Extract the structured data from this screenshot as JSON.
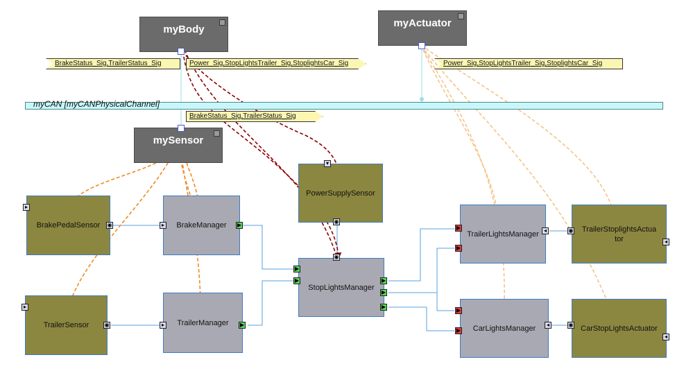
{
  "ecus": {
    "myBody": "myBody",
    "myActuator": "myActuator",
    "mySensor": "mySensor"
  },
  "bus": {
    "label": "myCAN [myCANPhysicalChannel]"
  },
  "frames": {
    "body_rx": "BrakeStatus_Sig,TrailerStatus_Sig",
    "body_tx": "Power_Sig,StopLightsTrailer_Sig,StoplightsCar_Sig",
    "actuator_rx": "Power_Sig,StopLightsTrailer_Sig,StoplightsCar_Sig",
    "sensor_tx": "BrakeStatus_Sig,TrailerStatus_Sig"
  },
  "components": {
    "brake_pedal_sensor": "BrakePedalSensor",
    "brake_manager": "BrakeManager",
    "trailer_sensor": "TrailerSensor",
    "trailer_manager": "TrailerManager",
    "power_supply_sensor": "PowerSupplySensor",
    "stop_lights_manager": "StopLightsManager",
    "trailer_lights_manager": "TrailerLightsManager",
    "car_lights_manager": "CarLightsManager",
    "trailer_stoplights_actuator": "TrailerStoplightsActuator",
    "car_stoplights_actuator": "CarStopLightsActuator"
  },
  "colors": {
    "ecu": "#6b6b6b",
    "sensor_component": "#8c8740",
    "software_component": "#a9a9b3",
    "bus": "#c9f7f9",
    "frame": "#fbf7b2",
    "body_mapping": "#8b0000",
    "sensor_mapping": "#f08a24",
    "actuator_mapping": "#f5c38a",
    "connector": "#5aa0e0"
  }
}
